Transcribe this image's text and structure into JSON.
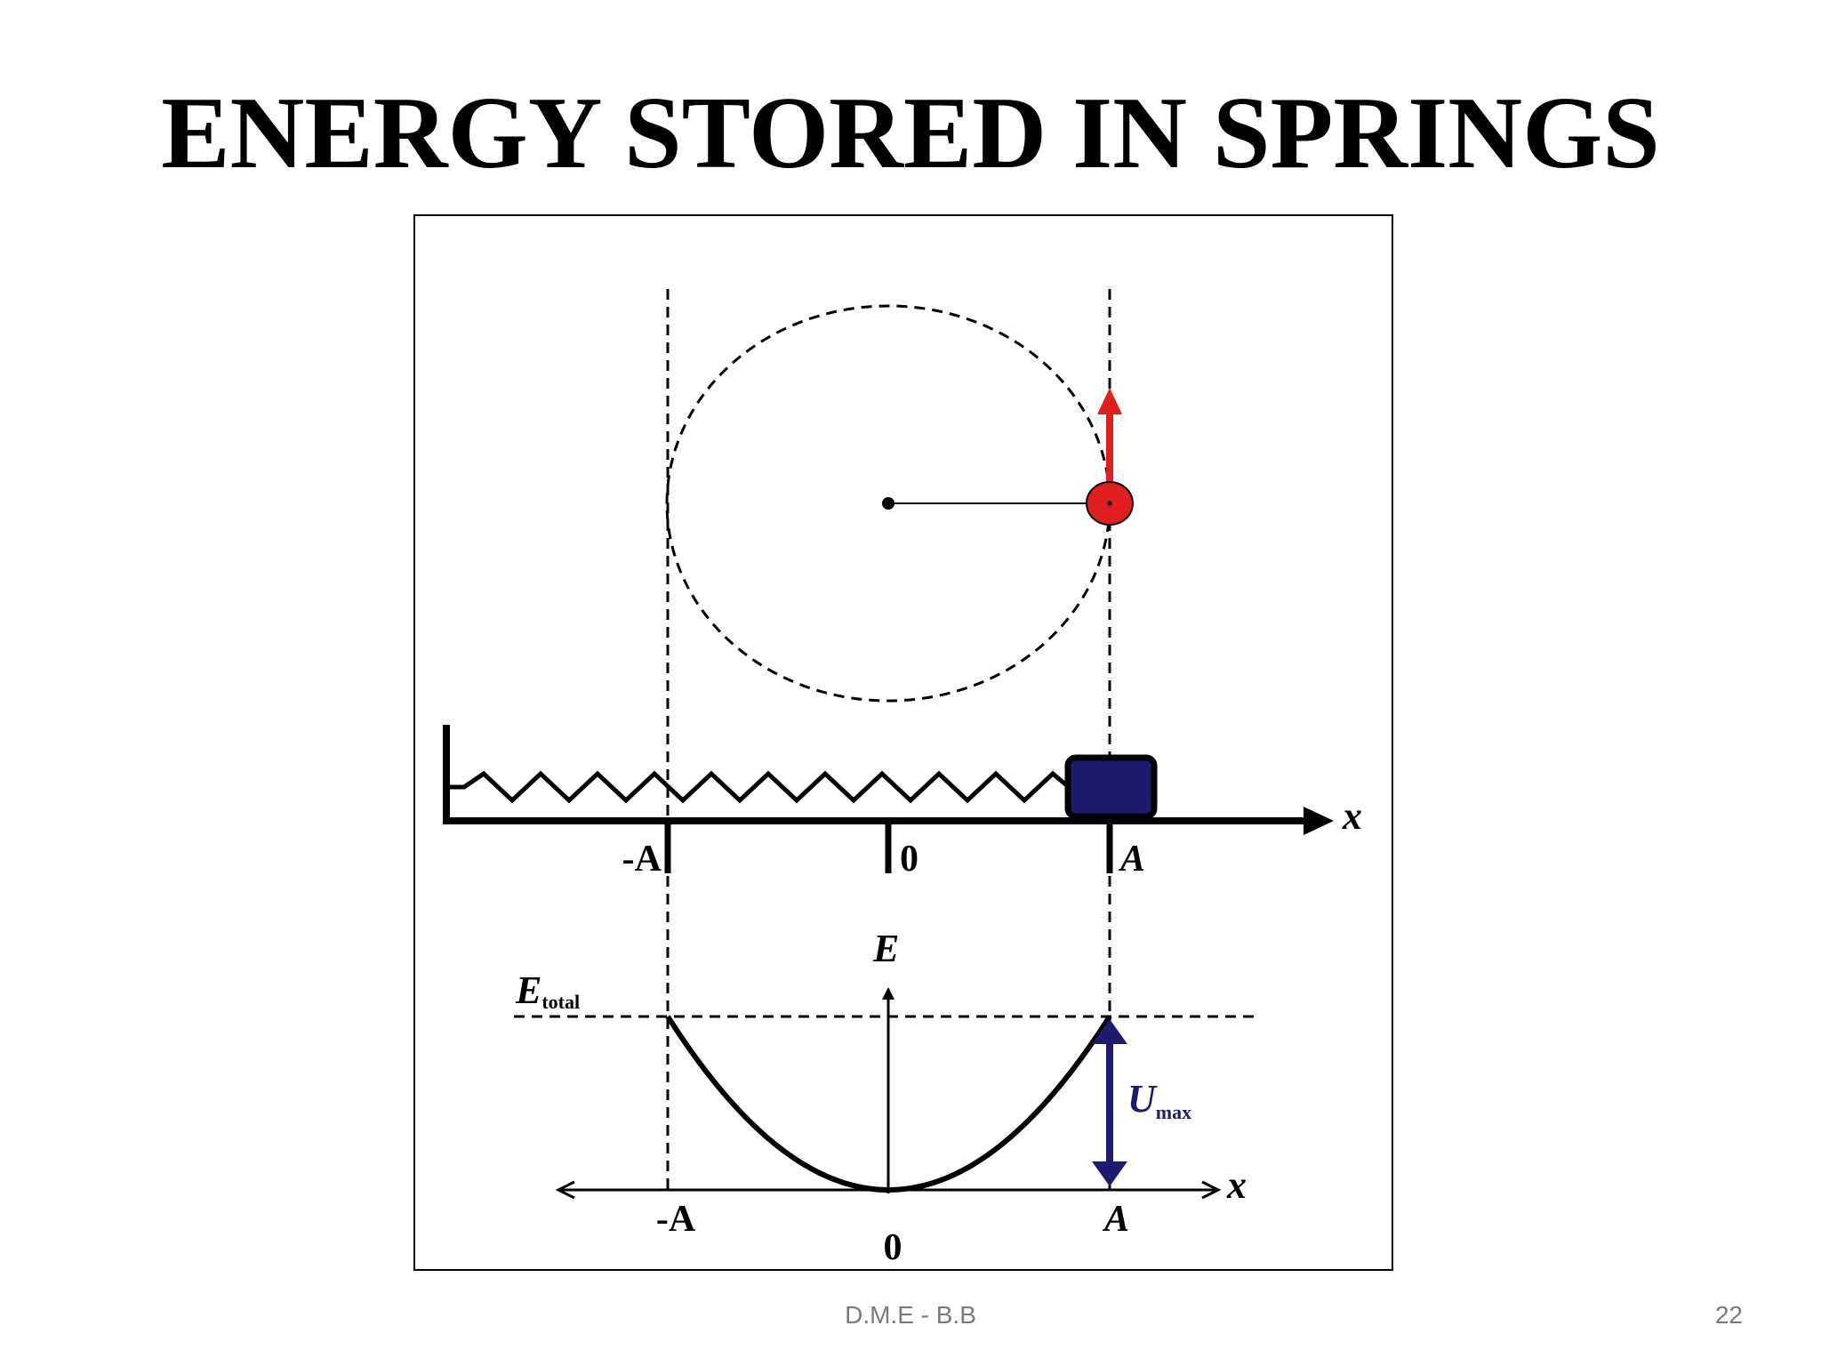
{
  "slide": {
    "title": "ENERGY STORED IN SPRINGS",
    "footer_text": "D.M.E - B.B",
    "page_number": "22"
  },
  "diagram": {
    "spring_axis": {
      "axis_label": "x",
      "tick_neg_amplitude": "-A",
      "tick_zero": "0",
      "tick_pos_amplitude": "A"
    },
    "energy_graph": {
      "y_axis_label": "E",
      "x_axis_label": "x",
      "total_energy_label": "E",
      "total_energy_subscript": "total",
      "potential_label": "U",
      "potential_subscript": "max",
      "tick_neg_amplitude": "-A",
      "tick_zero": "0",
      "tick_pos_amplitude": "A"
    },
    "colors": {
      "velocity_arrow": "#e02020",
      "particle": "#e02020",
      "block": "#1e1a6e",
      "potential_arrow": "#1e1a6e",
      "lines": "#000000"
    }
  }
}
